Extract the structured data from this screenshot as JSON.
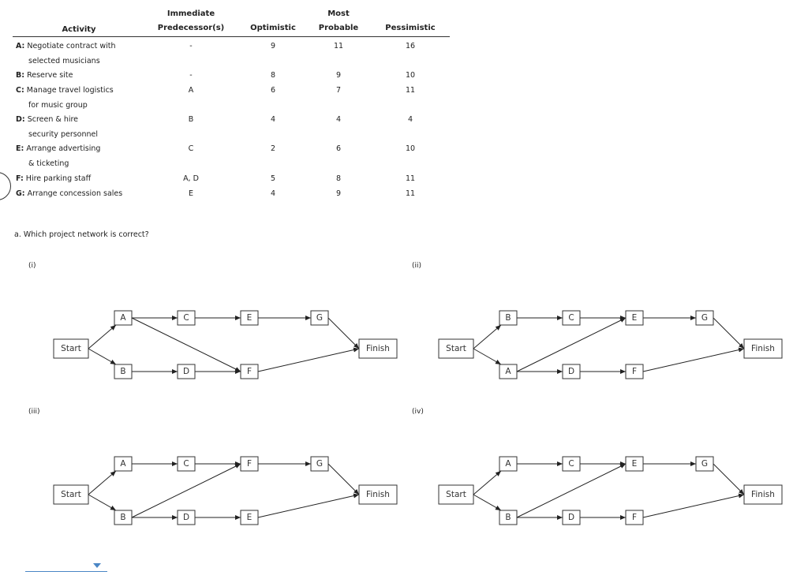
{
  "table": {
    "headers": {
      "activity": "Activity",
      "pred_line1": "Immediate",
      "pred_line2": "Predecessor(s)",
      "optimistic": "Optimistic",
      "probable_line1": "Most",
      "probable_line2": "Probable",
      "pessimistic": "Pessimistic"
    },
    "rows": [
      {
        "id": "A:",
        "line1": "Negotiate contract with",
        "line2": "selected musicians",
        "pred": "-",
        "opt": "9",
        "prob": "11",
        "pess": "16"
      },
      {
        "id": "B:",
        "line1": "Reserve site",
        "line2": "",
        "pred": "-",
        "opt": "8",
        "prob": "9",
        "pess": "10"
      },
      {
        "id": "C:",
        "line1": "Manage travel logistics",
        "line2": "for music group",
        "pred": "A",
        "opt": "6",
        "prob": "7",
        "pess": "11"
      },
      {
        "id": "D:",
        "line1": "Screen & hire",
        "line2": "security personnel",
        "pred": "B",
        "opt": "4",
        "prob": "4",
        "pess": "4"
      },
      {
        "id": "E:",
        "line1": "Arrange advertising",
        "line2": "& ticketing",
        "pred": "C",
        "opt": "2",
        "prob": "6",
        "pess": "10"
      },
      {
        "id": "F:",
        "line1": "Hire parking staff",
        "line2": "",
        "pred": "A, D",
        "opt": "5",
        "prob": "8",
        "pess": "11"
      },
      {
        "id": "G:",
        "line1": "Arrange concession sales",
        "line2": "",
        "pred": "E",
        "opt": "4",
        "prob": "9",
        "pess": "11"
      }
    ]
  },
  "question": "a. Which project network is correct?",
  "networks": [
    {
      "label": "(i)",
      "start": "Start",
      "finish": "Finish",
      "top": [
        "A",
        "C",
        "E",
        "G"
      ],
      "bottom": [
        "B",
        "D",
        "F"
      ]
    },
    {
      "label": "(ii)",
      "start": "Start",
      "finish": "Finish",
      "top": [
        "B",
        "C",
        "E",
        "G"
      ],
      "bottom": [
        "A",
        "D",
        "F"
      ]
    },
    {
      "label": "(iii)",
      "start": "Start",
      "finish": "Finish",
      "top": [
        "A",
        "C",
        "F",
        "G"
      ],
      "bottom": [
        "B",
        "D",
        "E"
      ]
    },
    {
      "label": "(iv)",
      "start": "Start",
      "finish": "Finish",
      "top": [
        "A",
        "C",
        "E",
        "G"
      ],
      "bottom": [
        "B",
        "D",
        "F"
      ]
    }
  ],
  "answer_dropdown": {
    "value": ""
  }
}
